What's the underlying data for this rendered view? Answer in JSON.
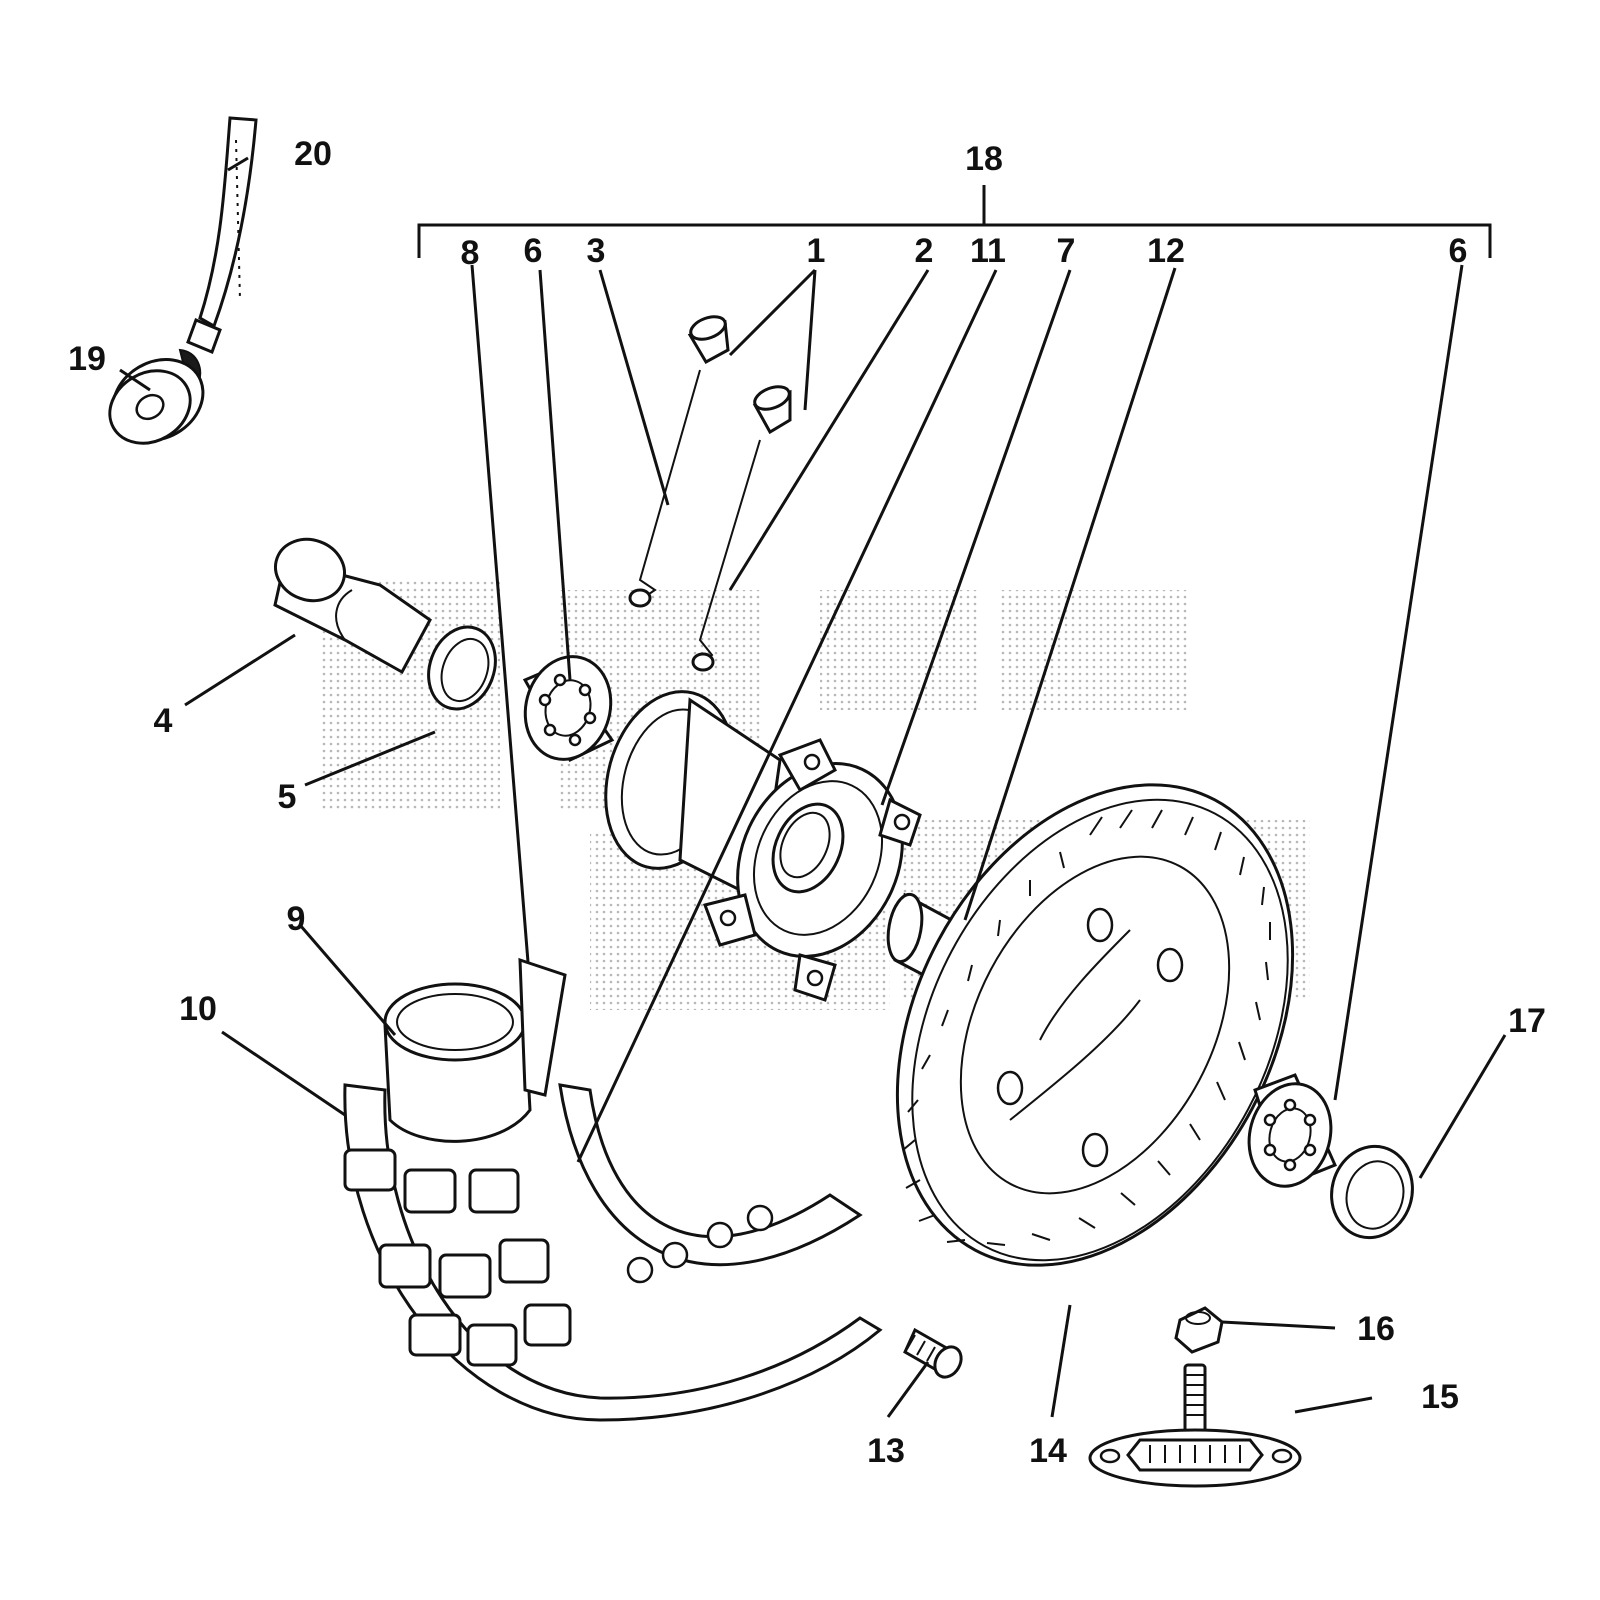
{
  "diagram": {
    "bracket_label": "18",
    "callouts": {
      "c1": "1",
      "c2": "2",
      "c3": "3",
      "c4": "4",
      "c5": "5",
      "c6a": "6",
      "c6b": "6",
      "c7": "7",
      "c8": "8",
      "c9": "9",
      "c10": "10",
      "c11": "11",
      "c12": "12",
      "c13": "13",
      "c14": "14",
      "c15": "15",
      "c16": "16",
      "c17": "17",
      "c19": "19",
      "c20": "20"
    }
  },
  "colors": {
    "ink": "#111111",
    "paper": "#ffffff",
    "stipple": "#b8b8b8"
  }
}
